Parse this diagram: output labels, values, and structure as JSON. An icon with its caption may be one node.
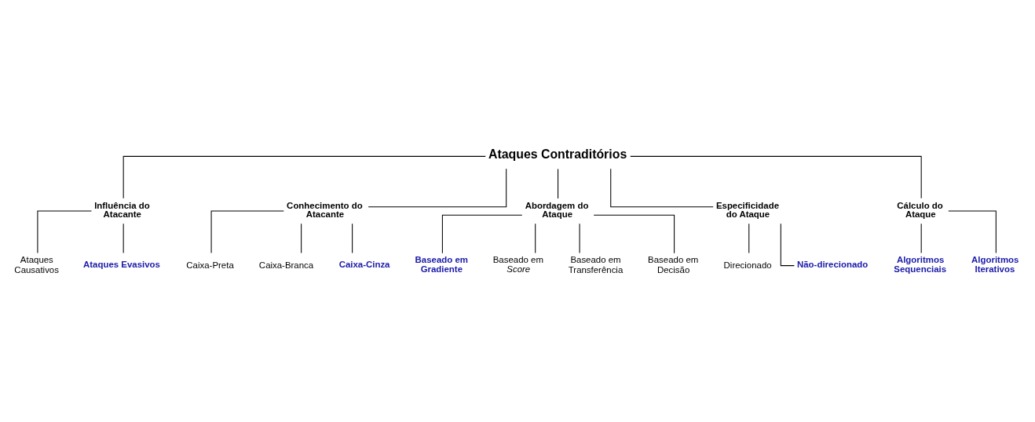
{
  "diagram": {
    "nodes": [
      {
        "text": [
          "Ataques Contraditórios"
        ]
      },
      {
        "text": [
          "Influência do Atacante"
        ]
      },
      {
        "text": [
          "Ataques Causativos"
        ]
      },
      {
        "text": [
          "Ataques Evasivos"
        ]
      },
      {
        "text": [
          "Conhecimento do Atacante"
        ]
      },
      {
        "text": [
          "Caixa-Preta"
        ]
      },
      {
        "text": [
          "Caixa-Branca"
        ]
      },
      {
        "text": [
          "Caixa-Cinza"
        ]
      },
      {
        "text": [
          "Abordagem do Ataque"
        ]
      },
      {
        "text": [
          "Baseado em Gradiente"
        ]
      },
      {
        "text": [
          "Baseado em *Score*"
        ]
      },
      {
        "text": [
          "Baseado em Transferência"
        ]
      },
      {
        "text": [
          "Baseado em Decisão"
        ]
      },
      {
        "text": [
          "Especificidade do Ataque"
        ]
      },
      {
        "text": [
          "Direcionado"
        ]
      },
      {
        "text": [
          "Não-direcionado"
        ]
      },
      {
        "text": [
          "Cálculo do Ataque"
        ]
      },
      {
        "text": [
          "Algoritmos Sequenciais"
        ]
      },
      {
        "text": [
          "Algoritmos Iterativos"
        ]
      }
    ],
    "edges": [
      {
        "from": 0,
        "to": 1,
        "arrow": "none"
      },
      {
        "from": 0,
        "to": 4,
        "arrow": "none"
      },
      {
        "from": 0,
        "to": 8,
        "arrow": "none"
      },
      {
        "from": 0,
        "to": 13,
        "arrow": "none"
      },
      {
        "from": 0,
        "to": 16,
        "arrow": "none"
      },
      {
        "from": 1,
        "to": 2,
        "arrow": "none"
      },
      {
        "from": 1,
        "to": 3,
        "arrow": "none"
      },
      {
        "from": 4,
        "to": 5,
        "arrow": "none"
      },
      {
        "from": 4,
        "to": 6,
        "arrow": "none"
      },
      {
        "from": 4,
        "to": 7,
        "arrow": "none"
      },
      {
        "from": 8,
        "to": 9,
        "arrow": "none"
      },
      {
        "from": 8,
        "to": 10,
        "arrow": "none"
      },
      {
        "from": 8,
        "to": 11,
        "arrow": "none"
      },
      {
        "from": 8,
        "to": 12,
        "arrow": "none"
      },
      {
        "from": 13,
        "to": 14,
        "arrow": "none"
      },
      {
        "from": 13,
        "to": 15,
        "arrow": "none"
      },
      {
        "from": 16,
        "to": 17,
        "arrow": "none"
      },
      {
        "from": 16,
        "to": 18,
        "arrow": "none"
      }
    ]
  }
}
